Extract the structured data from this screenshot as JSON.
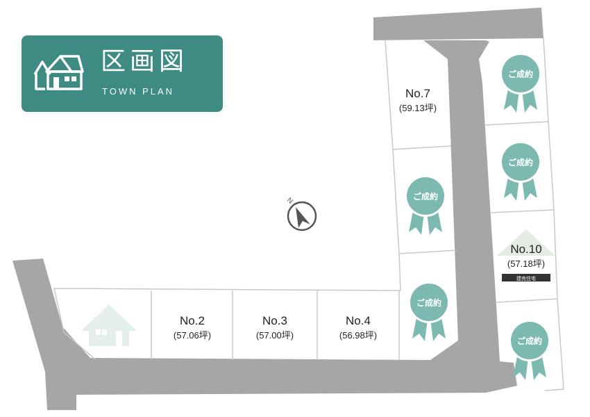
{
  "title": {
    "jp": "区画図",
    "en": "TOWN PLAN"
  },
  "lots": [
    {
      "no": "No.2",
      "area": "(57.06坪)"
    },
    {
      "no": "No.3",
      "area": "(57.00坪)"
    },
    {
      "no": "No.4",
      "area": "(56.98坪)"
    },
    {
      "no": "No.7",
      "area": "(59.13坪)"
    },
    {
      "no": "No.10",
      "area": "(57.18坪)",
      "tag": "建売住宅"
    }
  ],
  "sold_label": "ご成約",
  "compass": {
    "label": "N"
  },
  "colors": {
    "road": "#a6a6a6",
    "badge": "#7cb9b0",
    "title_bg": "#3d8b82",
    "house_icon": "#e4efed",
    "lot_border": "#c8c8c8"
  }
}
